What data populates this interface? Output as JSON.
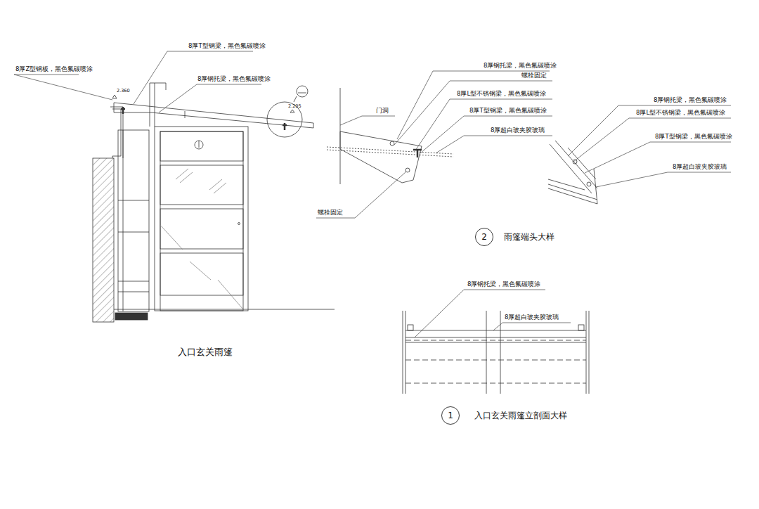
{
  "diagram": {
    "nodes": [
      {
        "text": [
          "2",
          "雨篷端头大样"
        ]
      },
      {
        "text": [
          "1",
          "入口玄关雨篷立剖面大样"
        ]
      }
    ],
    "labels": [
      "8厚T型钢梁，黑色氟碳喷涂",
      "8厚Z型钢板，黑色氟碳喷涂",
      "8厚钢托梁，黑色氟碳喷涂",
      "2.360",
      "2.205",
      "入口玄关雨篷",
      "8厚钢托梁，黑色氟碳喷涂",
      "螺栓固定",
      "门洞",
      "8厚L型不锈钢梁，黑色氟碳喷涂",
      "8厚T型钢梁，黑色氟碳喷涂",
      "8厚超白玻夹胶玻璃",
      "螺栓固定",
      "8厚钢托梁，黑色氟碳喷涂",
      "8厚L型不锈钢梁，黑色氟碳喷涂",
      "8厚T型钢梁，黑色氟碳喷涂",
      "8厚超白玻夹胶玻璃",
      "8厚钢托梁，黑色氟碳喷涂",
      "8厚超白玻夹胶玻璃"
    ]
  }
}
